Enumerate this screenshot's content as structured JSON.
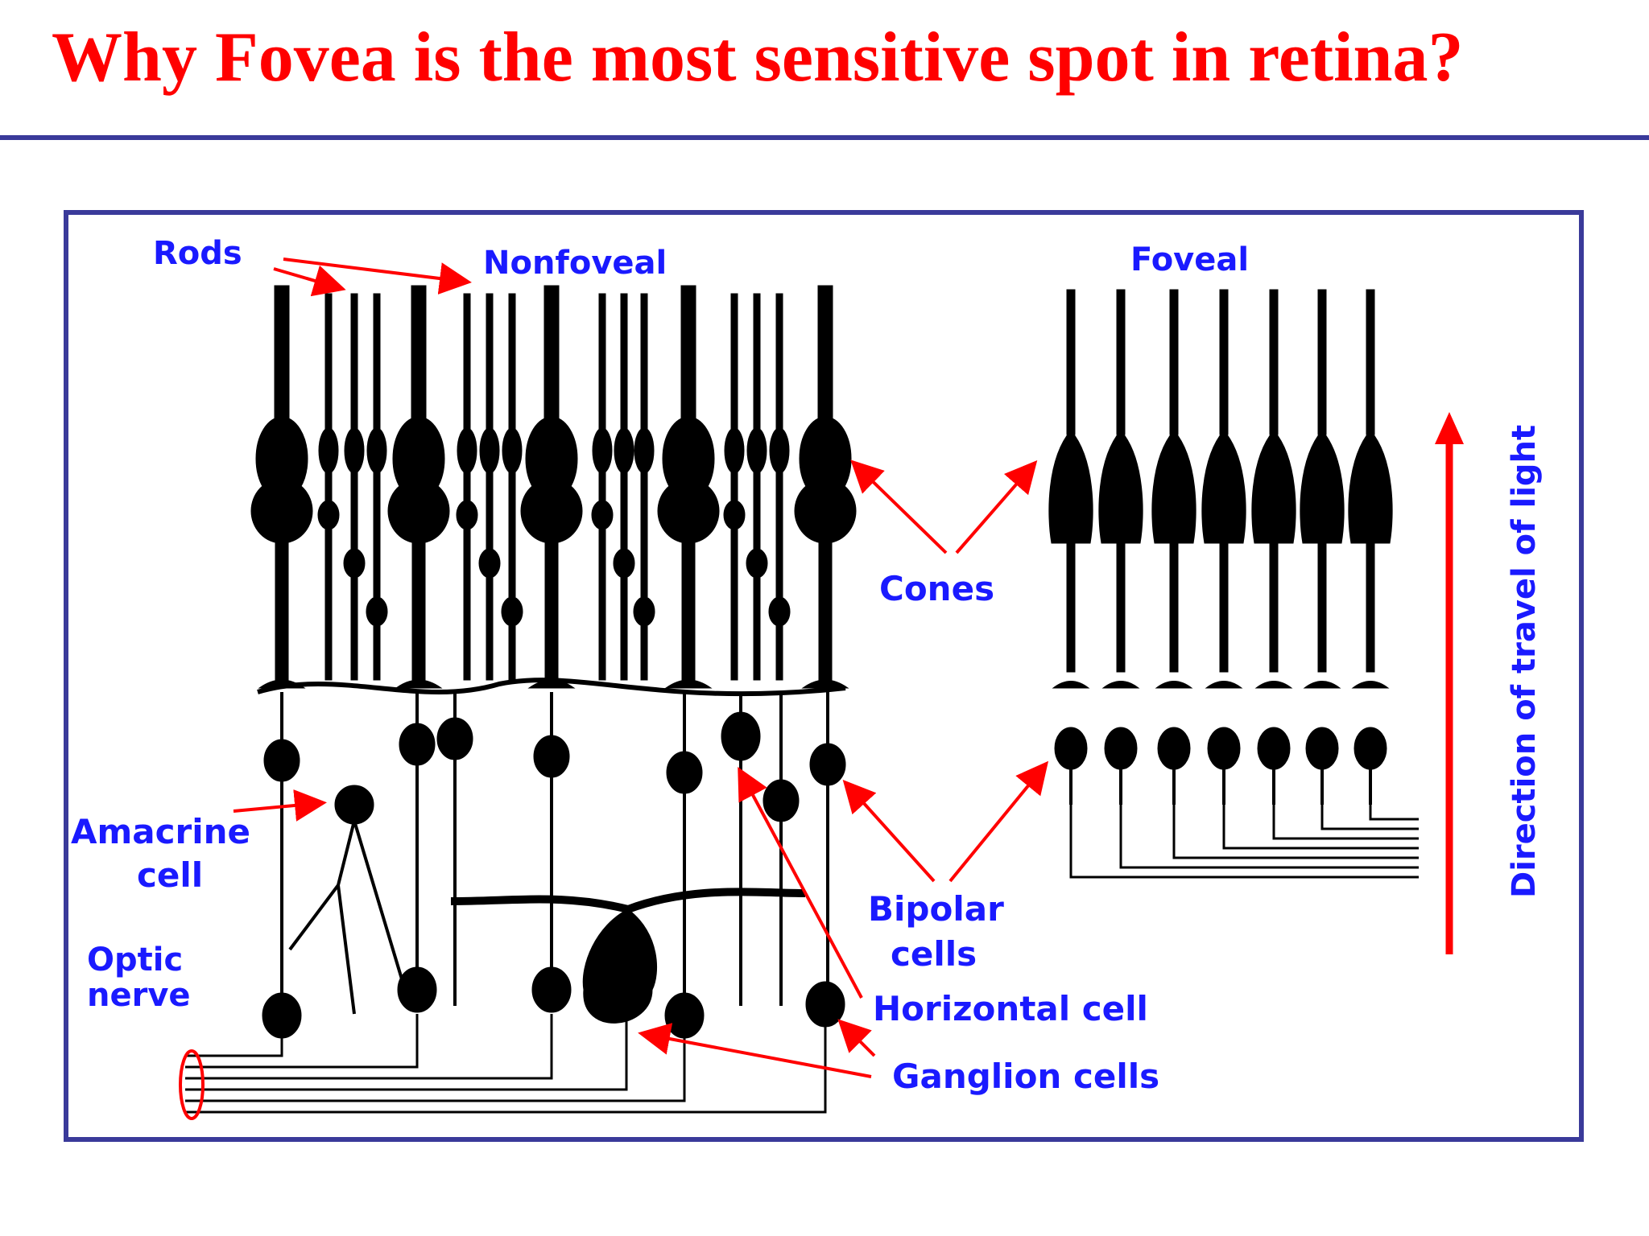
{
  "slide": {
    "title": "Why Fovea is the most sensitive spot in retina?"
  },
  "diagram": {
    "labels": {
      "rods": "Rods",
      "nonfoveal": "Nonfoveal",
      "foveal": "Foveal",
      "cones": "Cones",
      "amacrine_line1": "Amacrine",
      "amacrine_line2": "cell",
      "optic_line1": "Optic",
      "optic_line2": "nerve",
      "bipolar_line1": "Bipolar",
      "bipolar_line2": "cells",
      "horizontal": "Horizontal cell",
      "ganglion": "Ganglion cells",
      "direction": "Direction of travel of light"
    },
    "colors": {
      "title": "#ff0000",
      "labels": "#1a1aff",
      "arrows": "#ff0000",
      "frame": "#3a3a9a",
      "cells": "#000000"
    }
  }
}
